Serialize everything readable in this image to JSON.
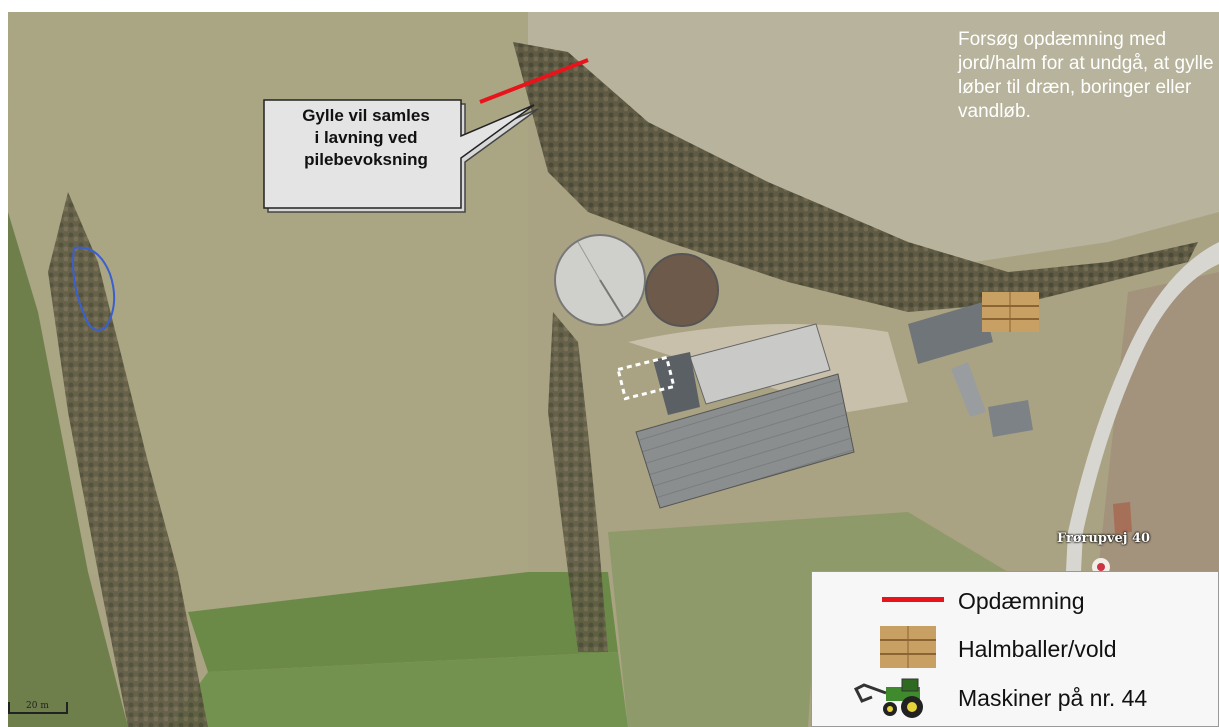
{
  "map": {
    "callout_text": "Gylle vil samles\ni lavning ved\npilebevoksning",
    "note_text": "Forsøg opdæmning med jord/halm for at undgå, at gylle løber til dræn, boringer eller vandløb.",
    "road_label": "Frørupvej 40",
    "scale_label": "20 m"
  },
  "legend": {
    "items": [
      {
        "label": "Opdæmning",
        "icon": "red-line-icon",
        "color": "#e8141b"
      },
      {
        "label": "Halmballer/vold",
        "icon": "hay-bale-icon"
      },
      {
        "label": "Maskiner på nr. 44",
        "icon": "tractor-icon"
      }
    ]
  },
  "colors": {
    "dam_line": "#e8141b",
    "wetland_outline": "#3a5fd1",
    "note_text": "#ffffff"
  }
}
